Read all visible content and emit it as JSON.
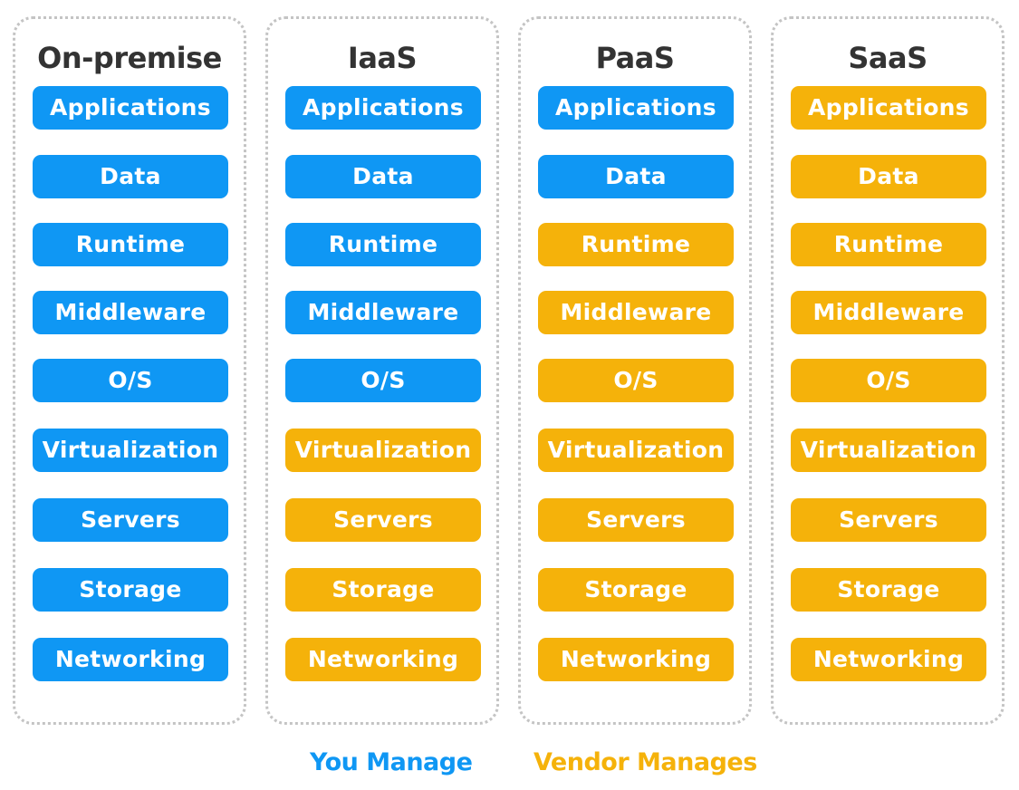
{
  "columns": [
    {
      "title": "On-premise",
      "vendor_from": 9
    },
    {
      "title": "IaaS",
      "vendor_from": 5
    },
    {
      "title": "PaaS",
      "vendor_from": 2
    },
    {
      "title": "SaaS",
      "vendor_from": 0
    }
  ],
  "layers": [
    "Applications",
    "Data",
    "Runtime",
    "Middleware",
    "O/S",
    "Virtualization",
    "Servers",
    "Storage",
    "Networking"
  ],
  "legend": {
    "you": "You Manage",
    "vendor": "Vendor Manages"
  },
  "colors": {
    "you": "#0f97f4",
    "vendor": "#f5b20a"
  }
}
